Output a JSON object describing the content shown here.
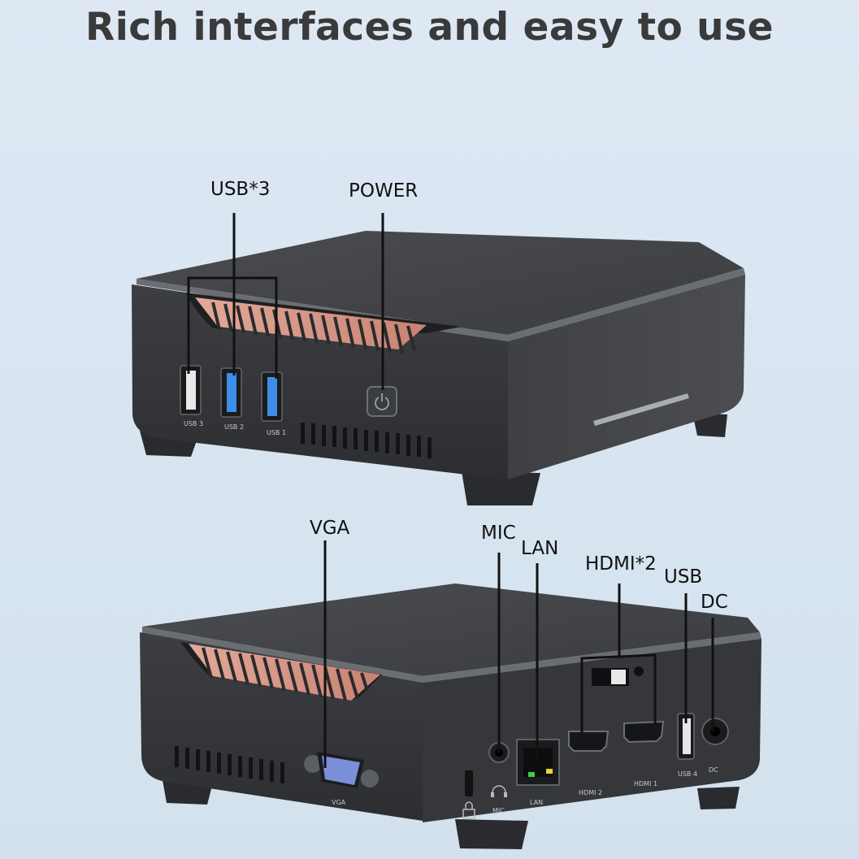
{
  "headline": "Rich interfaces and easy to use",
  "callouts": {
    "usb3": "USB*3",
    "power": "POWER",
    "vga": "VGA",
    "mic": "MIC",
    "lan": "LAN",
    "hdmi2": "HDMI*2",
    "usb": "USB",
    "dc": "DC"
  },
  "port_labels": {
    "front_usb3": "USB 3",
    "front_usb2": "USB 2",
    "front_usb1": "USB 1",
    "rear_vga": "VGA",
    "rear_mic": "MIC",
    "rear_lan": "LAN",
    "rear_hdmi2": "HDMI 2",
    "rear_hdmi1": "HDMI 1",
    "rear_usb4": "USB 4",
    "rear_dc": "DC"
  },
  "colors": {
    "case": "#3b3d40",
    "top": "#45474b",
    "usb3_blue": "#3d8ee8",
    "vent_copper": "#d39b8e",
    "vga_blue": "#7a8fd8"
  },
  "icons": [
    "power-icon",
    "lock-icon",
    "headphone-icon"
  ]
}
